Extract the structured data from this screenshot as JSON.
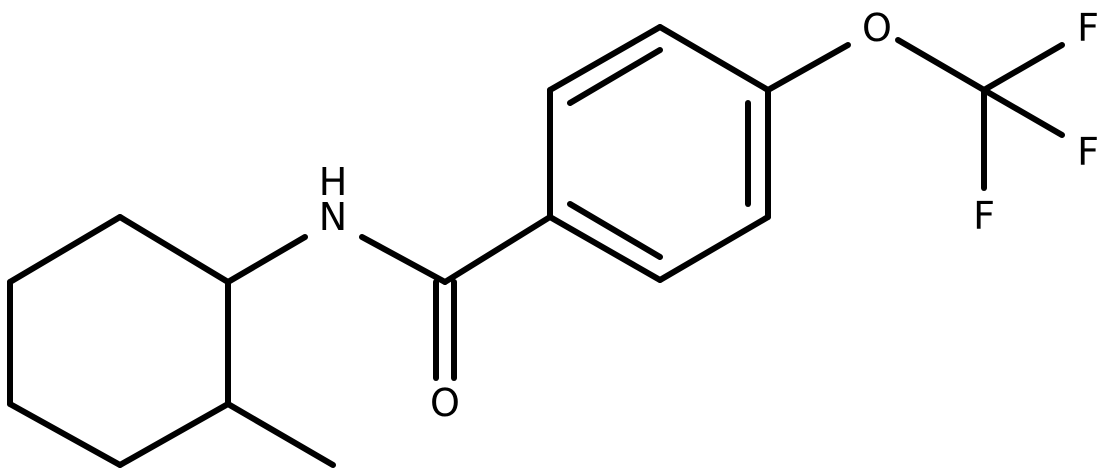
{
  "atoms": {
    "nitrogen": "N",
    "hydrogen": "H",
    "carbonyl_oxygen": "O",
    "ether_oxygen": "O",
    "fluorine_1": "F",
    "fluorine_2": "F",
    "fluorine_3": "F"
  },
  "colors": {
    "bond": "#000000",
    "label": "#000000",
    "background": "#ffffff"
  }
}
